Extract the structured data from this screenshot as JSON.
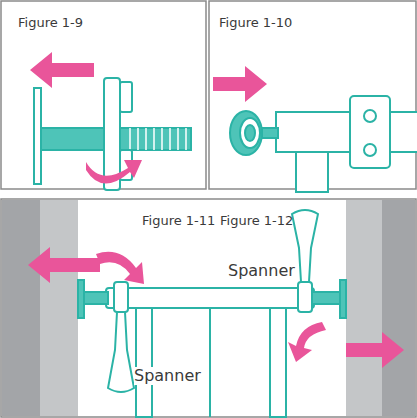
{
  "diagram": {
    "labels": [
      "Figure 1-9",
      "Figure 1-10",
      "Figure 1-11",
      "Figure 1-12",
      "Spanner",
      "Spanner"
    ]
  }
}
